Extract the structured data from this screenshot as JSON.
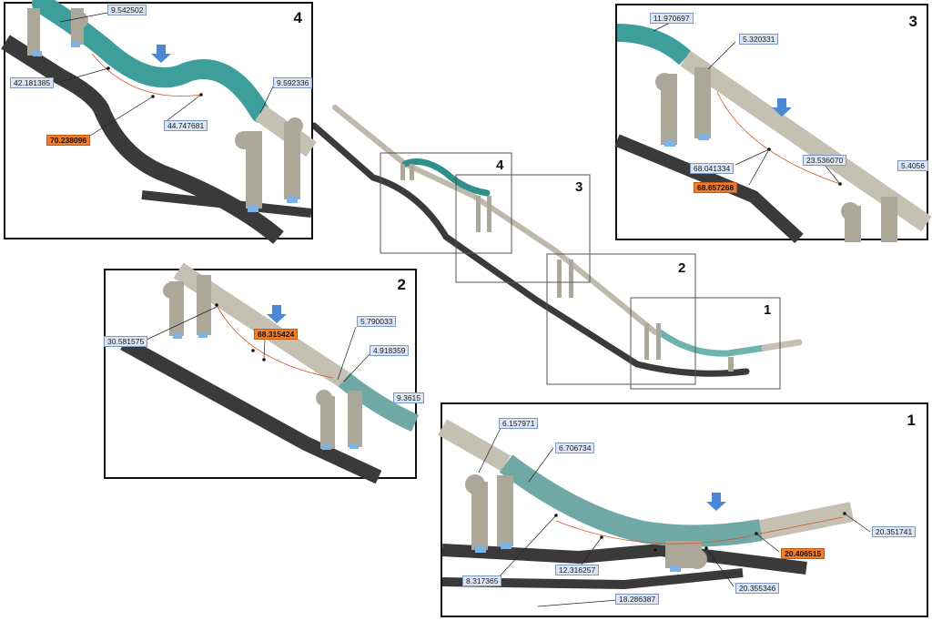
{
  "panels": {
    "p4": {
      "number": "4",
      "labels": {
        "a": "9.542502",
        "b": "42.181385",
        "c": "9.592336",
        "d": "44.747681",
        "e": "70.238096"
      }
    },
    "p3": {
      "number": "3",
      "labels": {
        "a": "11.970697",
        "b": "5.320331",
        "c": "68.041334",
        "d": "23.536070",
        "e": "5.4056",
        "f": "68.657268"
      }
    },
    "p2": {
      "number": "2",
      "labels": {
        "a": "68.315424",
        "b": "30.581575",
        "c": "5.790033",
        "d": "4.918359",
        "e": "9.3615"
      }
    },
    "p1": {
      "number": "1",
      "labels": {
        "a": "6.157971",
        "b": "6.706734",
        "c": "8.317365",
        "d": "12.316257",
        "e": "18.286387",
        "f": "20.355346",
        "g": "20.406515",
        "h": "20.351741"
      }
    }
  },
  "overview": {
    "box_numbers": [
      "1",
      "2",
      "3",
      "4"
    ]
  },
  "colors": {
    "hose": "#3d9e9c",
    "pipe": "#c4c0b2",
    "support": "#aca899",
    "shadow": "#3a3a3a",
    "highlight": "#f07c2c",
    "label_bg": "#dbe5f4",
    "arrow": "#4a88d6"
  }
}
